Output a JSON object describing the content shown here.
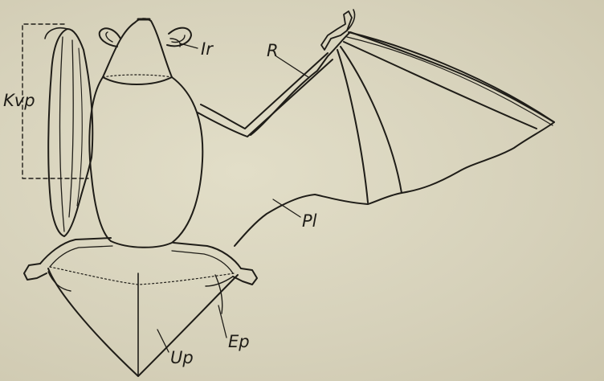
{
  "labels": {
    "kvp": "Kvp",
    "ir": "Ir",
    "r": "R",
    "pl": "Pl",
    "ep": "Ep",
    "up": "Up"
  },
  "colors": {
    "ink": "#1f1d18",
    "paper": "#d8d3bd"
  }
}
